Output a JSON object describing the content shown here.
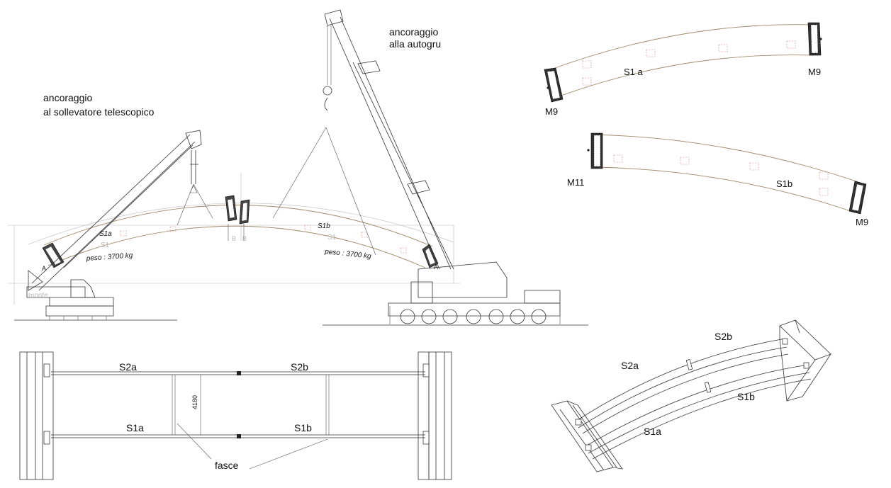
{
  "elevation": {
    "anchor_telescopic": [
      "ancoraggio",
      "al sollevatore telescopico"
    ],
    "anchor_crane": [
      "ancoraggio",
      "alla autogru"
    ],
    "segment_left": "S1a",
    "segment_left_sub": "S1",
    "segment_right": "S1b",
    "segment_right_sub": "S1",
    "weight_left": "peso : 3700 kg",
    "weight_right": "peso : 3700 kg",
    "point_a_left": "A",
    "point_a_right": "A",
    "point_b1": "B",
    "point_b2": "B",
    "ground_text": "monte"
  },
  "details": {
    "upper_segment": "S1 a",
    "upper_left_joint": "M9",
    "upper_right_joint": "M9",
    "lower_segment": "S1b",
    "lower_left_joint": "M11",
    "lower_right_joint": "M9"
  },
  "plan": {
    "top_left": "S2a",
    "top_right": "S2b",
    "bottom_left": "S1a",
    "bottom_right": "S1b",
    "dimension": "4180",
    "bands": "fasce"
  },
  "axonometric": {
    "s2a": "S2a",
    "s2b": "S2b",
    "s1a": "S1a",
    "s1b": "S1b"
  }
}
